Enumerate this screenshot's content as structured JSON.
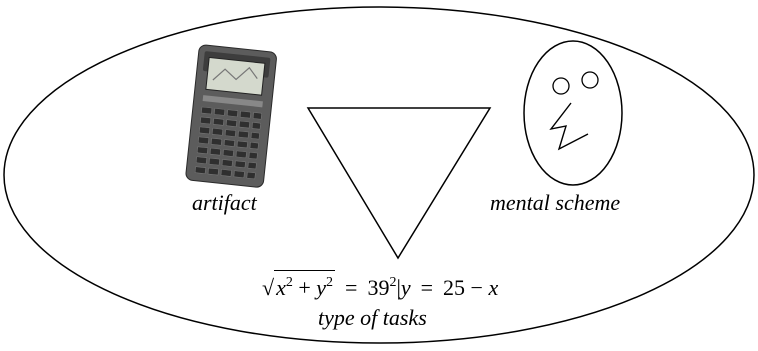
{
  "labels": {
    "artifact": "artifact",
    "mental_scheme": "mental scheme",
    "type_of_tasks": "type of tasks"
  },
  "equation": {
    "x": "x",
    "y": "y",
    "exp": "2",
    "plus": "+",
    "equals": "=",
    "base": "39",
    "bar": "|",
    "y2": "y",
    "equals2": "=",
    "value": "25",
    "minus": "−",
    "x2": "x"
  },
  "icons": {
    "calculator": "graphing-calculator-icon",
    "face": "smiley-face-icon"
  },
  "colors": {
    "line": "#000000",
    "calculator_body": "#5a5a5a",
    "calculator_screen": "#cfd6c8"
  }
}
